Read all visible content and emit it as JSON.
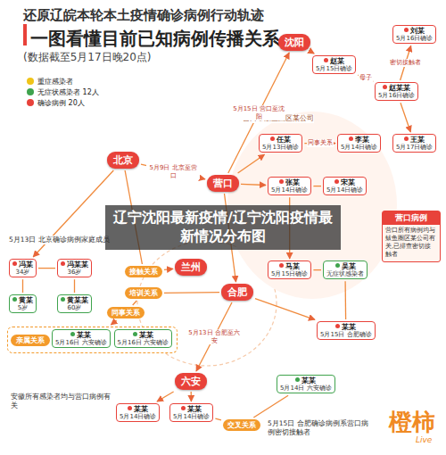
{
  "diagram": {
    "title": "还原辽皖本轮本土疫情确诊病例行动轨迹",
    "nodes": [
      {
        "text": [
          "沈阳"
        ]
      },
      {
        "text": [
          "赵某",
          "5月15日确诊"
        ]
      },
      {
        "text": [
          "赵某某",
          "5月16日确诊"
        ]
      },
      {
        "text": [
          "刘某",
          "5月16日确诊"
        ]
      },
      {
        "text": [
          "王某",
          "5月17日确诊"
        ]
      },
      {
        "text": [
          "营口"
        ]
      },
      {
        "text": [
          "任某",
          "5月13日确诊"
        ]
      },
      {
        "text": [
          "李某",
          "5月14日确诊"
        ]
      },
      {
        "text": [
          "张某",
          "5月14日确诊"
        ]
      },
      {
        "text": [
          "宋某",
          "5月14日确诊"
        ]
      },
      {
        "text": [
          "马某",
          "5月15日确诊"
        ]
      },
      {
        "text": [
          "吴某",
          "无症状感染者"
        ]
      },
      {
        "text": [
          "营口病例",
          "营口所有病例均与鲅鱼圈区某公司有关,已排查密切接触者"
        ]
      },
      {
        "text": [
          "北京"
        ]
      },
      {
        "text": [
          "冯某",
          "34岁"
        ]
      },
      {
        "text": [
          "冯某某",
          "36岁"
        ]
      },
      {
        "text": [
          "黄某",
          "5岁"
        ]
      },
      {
        "text": [
          "黄某某",
          "60岁"
        ]
      },
      {
        "text": [
          "兰州"
        ]
      },
      {
        "text": [
          "合肥"
        ]
      },
      {
        "text": [
          "接触关系"
        ]
      },
      {
        "text": [
          "培训关系"
        ]
      },
      {
        "text": [
          "同事关系"
        ]
      },
      {
        "text": [
          "亲属关系"
        ]
      },
      {
        "text": [
          "某某",
          "5月16日 六安确诊"
        ],
        "in": 23
      },
      {
        "text": [
          "某某",
          "5月16日 六安确诊"
        ],
        "in": 23
      },
      {
        "text": [
          "六安"
        ]
      },
      {
        "text": [
          "某某",
          "5月14日确诊"
        ]
      },
      {
        "text": [
          "某某",
          "5月14日确诊"
        ]
      },
      {
        "text": [
          "交叉关系"
        ]
      },
      {
        "text": [
          "某某",
          "5月14日 六安确诊"
        ]
      },
      {
        "text": [
          "某某",
          "5月15日 合肥确诊"
        ]
      }
    ],
    "edges": [
      {
        "from": 5,
        "to": 0,
        "arrow": "to",
        "label": "5月15日 营口至沈阳"
      },
      {
        "from": 0,
        "to": 1,
        "arrow": "to"
      },
      {
        "from": 1,
        "to": 2,
        "arrow": "to",
        "label": "母子"
      },
      {
        "from": 2,
        "to": 3,
        "arrow": "to",
        "label": "密切接触者"
      },
      {
        "from": 2,
        "to": 4,
        "arrow": "to"
      },
      {
        "from": 5,
        "to": 6,
        "arrow": "to"
      },
      {
        "from": 6,
        "to": 7,
        "arrow": "to",
        "label": "同事关系"
      },
      {
        "from": 5,
        "to": 8,
        "arrow": "to"
      },
      {
        "from": 8,
        "to": 9,
        "arrow": "none"
      },
      {
        "from": 8,
        "to": 10,
        "arrow": "to"
      },
      {
        "from": 10,
        "to": 11,
        "arrow": "none"
      },
      {
        "from": 13,
        "to": 5,
        "arrow": "to",
        "label": "5月9日 北京至营口"
      },
      {
        "from": 13,
        "to": 14,
        "arrow": "to"
      },
      {
        "from": 14,
        "to": 15,
        "arrow": "none"
      },
      {
        "from": 14,
        "to": 16,
        "arrow": "none"
      },
      {
        "from": 15,
        "to": 17,
        "arrow": "none"
      },
      {
        "from": 13,
        "to": 20,
        "arrow": "none"
      },
      {
        "from": 20,
        "to": 18,
        "arrow": "to"
      },
      {
        "from": 5,
        "to": 19,
        "arrow": "to"
      },
      {
        "from": 19,
        "to": 21,
        "arrow": "none"
      },
      {
        "from": 21,
        "to": 22,
        "arrow": "none"
      },
      {
        "from": 22,
        "to": 23,
        "arrow": "to"
      },
      {
        "from": 19,
        "to": 26,
        "arrow": "to",
        "label": "5月13日 合肥至六安"
      },
      {
        "from": 26,
        "to": 27,
        "arrow": "to"
      },
      {
        "from": 26,
        "to": 28,
        "arrow": "to"
      },
      {
        "from": 28,
        "to": 29,
        "arrow": "none"
      },
      {
        "from": 29,
        "to": 30,
        "arrow": "none"
      },
      {
        "from": 19,
        "to": 31,
        "arrow": "to"
      },
      {
        "from": 31,
        "to": 11,
        "arrow": "none"
      }
    ],
    "labels": [
      "一图看懂目前已知病例传播关系",
      "(数据截至5月17日晚20点)",
      "辽宁沈阳最新疫情/辽宁沈阳疫情最新情况分布图",
      "5月13日 北京确诊病例家庭成员",
      "营口市鲅鱼圈区某公司",
      "安徽所有感染者均与营口病例有关",
      "5月15日 合肥确诊病例系营口病例密切接触者",
      "橙柿",
      "Live"
    ],
    "legend": [
      {
        "text": "重症感染者",
        "color": "#f0c419"
      },
      {
        "text": "无症状感染者 12人",
        "color": "#3fa34d"
      },
      {
        "text": "确诊病例 20人",
        "color": "#e8423a"
      }
    ]
  }
}
